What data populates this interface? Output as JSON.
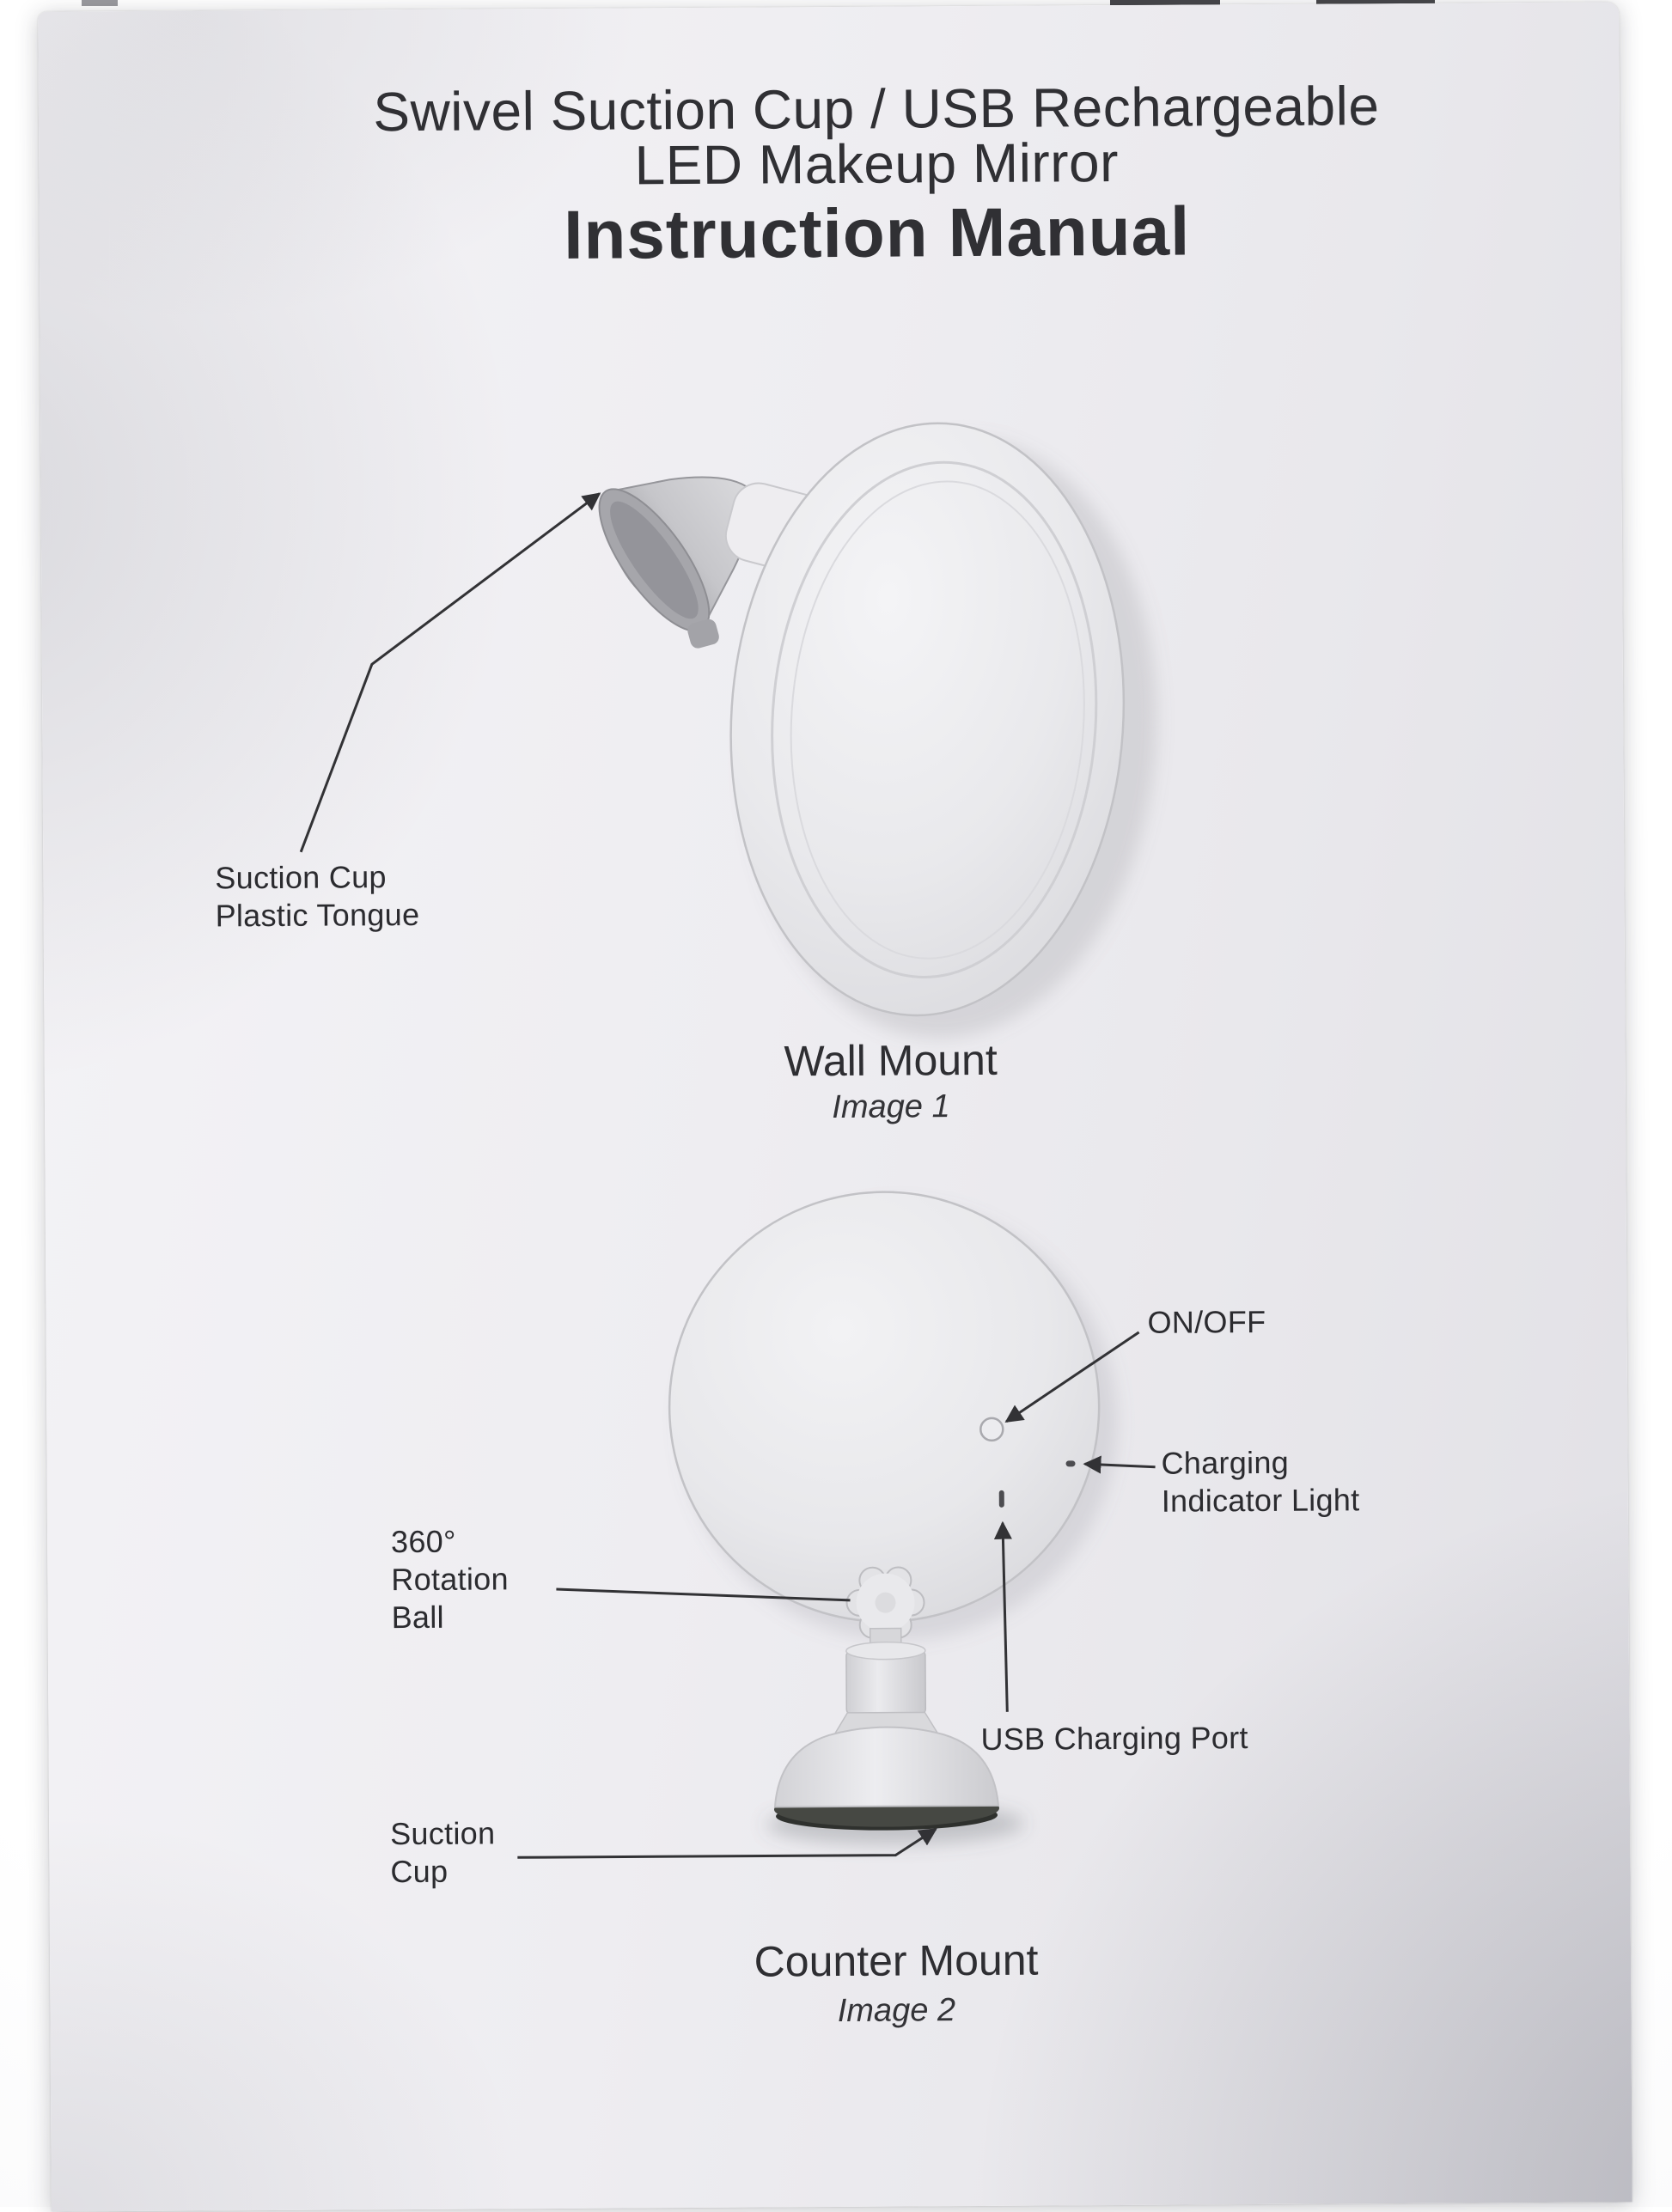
{
  "manual": {
    "title_line1": "Swivel Suction Cup / USB Rechargeable",
    "title_line2": "LED Makeup Mirror",
    "title_line3": "Instruction Manual"
  },
  "wall_mount": {
    "caption": "Wall Mount",
    "image_label": "Image 1",
    "callout_suction_cup_tongue": "Suction Cup\nPlastic Tongue"
  },
  "counter_mount": {
    "caption": "Counter Mount",
    "image_label": "Image 2",
    "callout_on_off": "ON/OFF",
    "callout_charging_indicator": "Charging\nIndicator Light",
    "callout_rotation_ball": "360°\nRotation\nBall",
    "callout_usb_port": "USB Charging Port",
    "callout_suction_cup": "Suction\nCup"
  }
}
